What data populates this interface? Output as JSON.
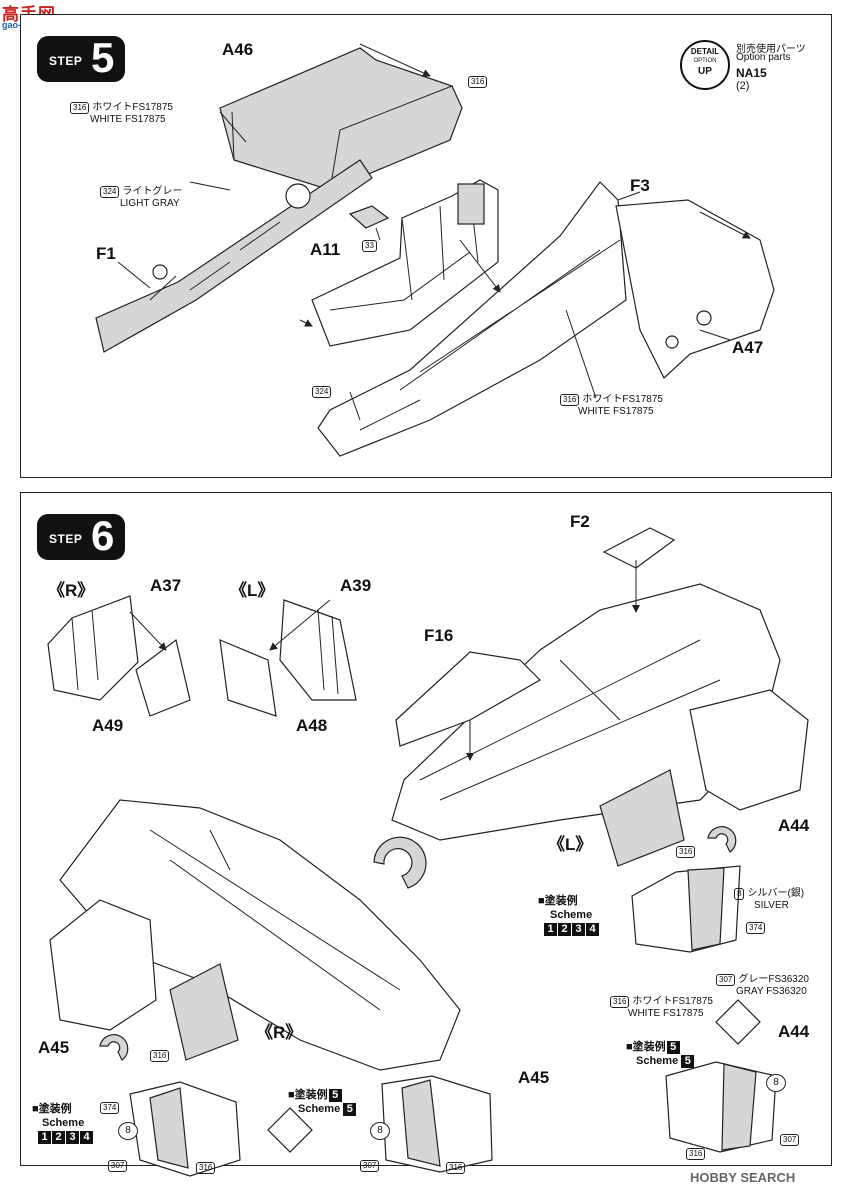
{
  "watermark": {
    "site": "gao-shou.com"
  },
  "footer": {
    "brand": "HOBBY SEARCH"
  },
  "step5": {
    "step_word": "STEP",
    "step_num": "5",
    "detail_badge": {
      "top": "DETAIL",
      "middle": "OPTION",
      "bottom": "UP"
    },
    "option_jp": "別売使用パーツ",
    "option_en": "Option parts",
    "option_part": "NA15",
    "option_qty": "(2)",
    "parts": {
      "a46": "A46",
      "f3": "F3",
      "a11": "A11",
      "f1": "F1",
      "a47": "A47"
    },
    "notes": {
      "white1_code": "316",
      "white1_jp": "ホワイトFS17875",
      "white1_en": "WHITE FS17875",
      "gray_code": "324",
      "gray_jp": "ライトグレー",
      "gray_en": "LIGHT GRAY",
      "c316a": "316",
      "c33": "33",
      "c324": "324",
      "white2_code": "316",
      "white2_jp": "ホワイトFS17875",
      "white2_en": "WHITE FS17875"
    }
  },
  "step6": {
    "step_word": "STEP",
    "step_num": "6",
    "parts": {
      "r_mark": "《R》",
      "a37": "A37",
      "a49": "A49",
      "l_mark": "《L》",
      "a39": "A39",
      "a48": "A48",
      "f2": "F2",
      "f16": "F16",
      "l_mark2": "《L》",
      "a44": "A44",
      "r_mark2": "《R》",
      "a45": "A45",
      "a45b": "A45",
      "a44b": "A44"
    },
    "scheme_a": {
      "jp": "■塗装例",
      "en": "Scheme",
      "nums": [
        "1",
        "2",
        "3",
        "4"
      ]
    },
    "scheme_b": {
      "jp": "■塗装例",
      "en": "Scheme",
      "num": "5"
    },
    "scheme_c": {
      "jp": "■塗装例",
      "en": "Scheme",
      "nums": [
        "1",
        "2",
        "3",
        "4"
      ]
    },
    "scheme_d": {
      "jp": "■塗装例",
      "en": "Scheme",
      "num": "5"
    },
    "notes": {
      "silver_code": "8",
      "silver_jp": "シルバー(銀)",
      "silver_en": "SILVER",
      "c374": "374",
      "gray_code": "307",
      "gray_jp": "グレーFS36320",
      "gray_en": "GRAY FS36320",
      "white_code": "316",
      "white_jp": "ホワイトFS17875",
      "white_en": "WHITE FS17875",
      "c316_l": "316",
      "c316_r": "316",
      "bl_374": "374",
      "bl_8": "8",
      "bl_307": "307",
      "bl_316": "316",
      "bm_8": "8",
      "bm_307": "307",
      "bm_316": "316",
      "br_8": "8",
      "br_307": "307",
      "br_316": "316"
    }
  }
}
